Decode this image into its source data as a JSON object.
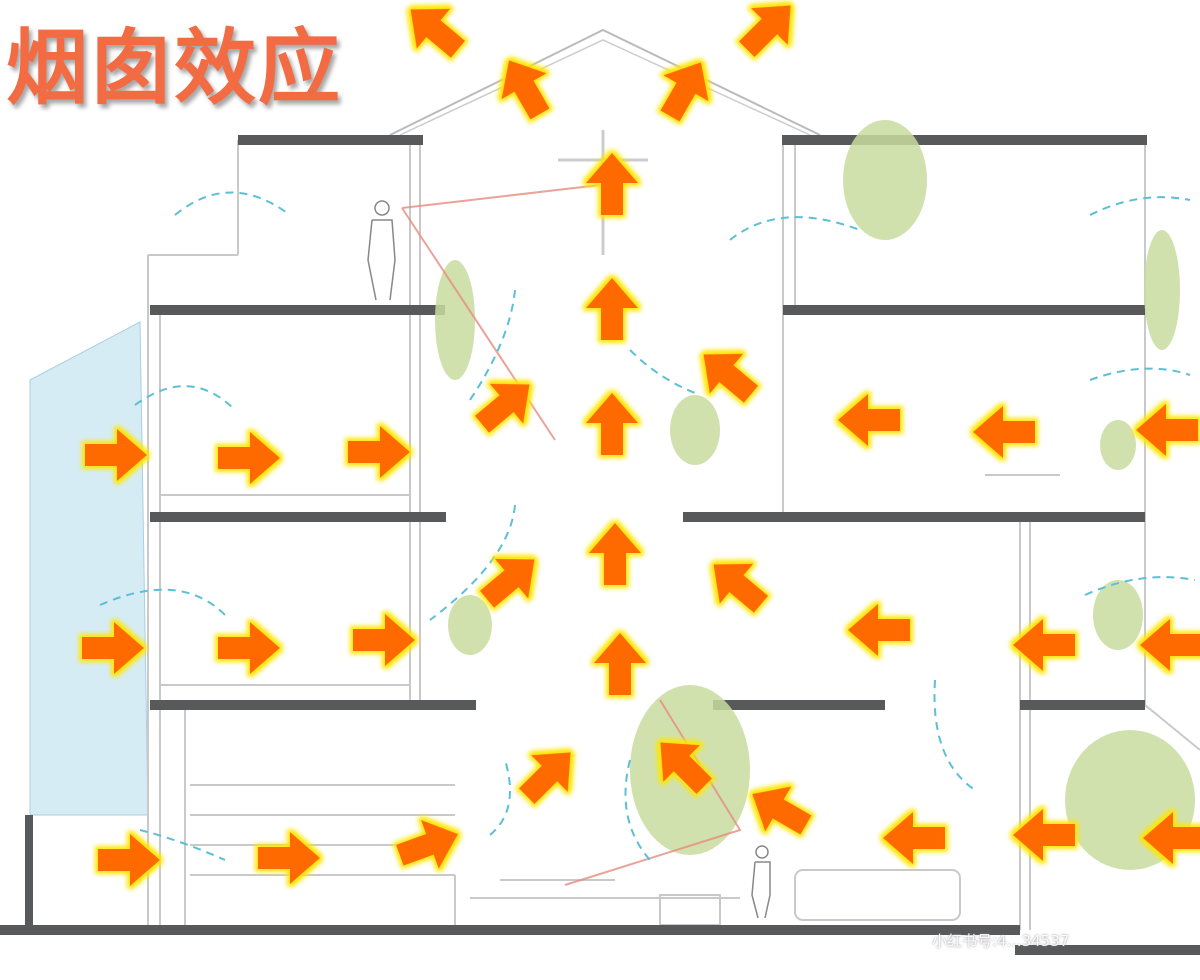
{
  "title": "烟囱效应",
  "watermark": "小红书号:4…34537",
  "colors": {
    "arrow_fill": "#ff6a00",
    "arrow_glow": "#ffe600",
    "slab": "#58595b",
    "wall": "#c9c9c9",
    "airflow": "#5bbfd6",
    "sightline": "#e58c80",
    "tree": "#c9dca0",
    "glass": "#d6ecf5"
  },
  "legend_semantics": {
    "orange_arrows": "air-flow",
    "dashed_lines": "breeze"
  }
}
